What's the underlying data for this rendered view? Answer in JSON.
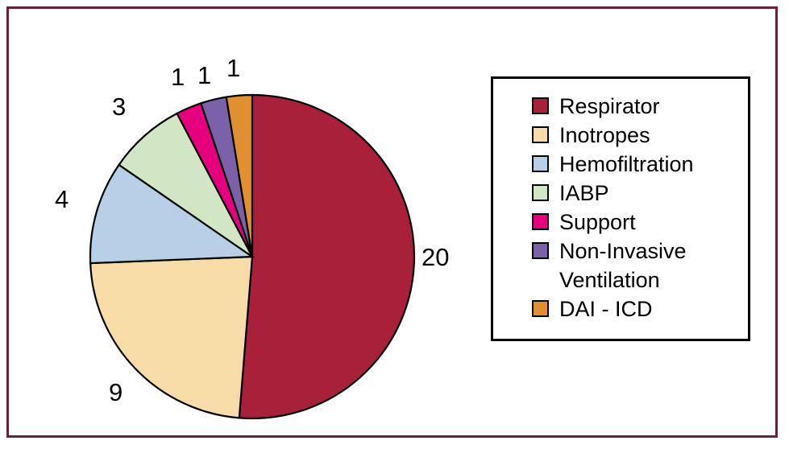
{
  "figure": {
    "frame_color": "#6B2138",
    "background": "#ffffff"
  },
  "chart_data": {
    "type": "pie",
    "title": "",
    "xlabel": "",
    "ylabel": "",
    "total": 39,
    "start_angle_deg": 0,
    "direction": "clockwise",
    "categories": [
      "Respirator",
      "Inotropes",
      "Hemofiltration",
      "IABP",
      "Support",
      "Non-Invasive Ventilation",
      "DAI - ICD"
    ],
    "values": [
      20,
      9,
      4,
      3,
      1,
      1,
      1
    ],
    "colors": [
      "#A8203A",
      "#F8DCA8",
      "#B8CFE8",
      "#D2E6C6",
      "#E6007E",
      "#7B62A8",
      "#E09030"
    ],
    "slice_edge_color": "#000000",
    "legend_position": "right",
    "grid": false,
    "data_labels": [
      "20",
      "9",
      "4",
      "3",
      "1",
      "1",
      "1"
    ]
  },
  "labels": [
    {
      "text": "20",
      "name": "data-label-respirator"
    },
    {
      "text": "9",
      "name": "data-label-inotropes"
    },
    {
      "text": "4",
      "name": "data-label-hemofiltration"
    },
    {
      "text": "3",
      "name": "data-label-iabp"
    },
    {
      "text": "1",
      "name": "data-label-support"
    },
    {
      "text": "1",
      "name": "data-label-non-invasive-ventilation"
    },
    {
      "text": "1",
      "name": "data-label-dai-icd"
    }
  ],
  "legend": {
    "entries": [
      {
        "label": "Respirator",
        "color": "#A8203A",
        "label2": ""
      },
      {
        "label": "Inotropes",
        "color": "#F8DCA8",
        "label2": ""
      },
      {
        "label": "Hemofiltration",
        "color": "#B8CFE8",
        "label2": ""
      },
      {
        "label": "IABP",
        "color": "#D2E6C6",
        "label2": ""
      },
      {
        "label": "Support",
        "color": "#E6007E",
        "label2": ""
      },
      {
        "label": "Non-Invasive",
        "color": "#7B62A8",
        "label2": "Ventilation"
      },
      {
        "label": "DAI - ICD",
        "color": "#E09030",
        "label2": ""
      }
    ]
  }
}
